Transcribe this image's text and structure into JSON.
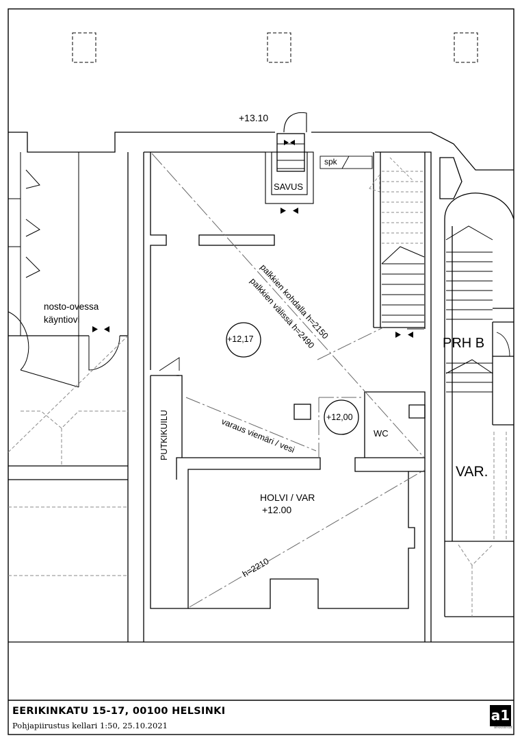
{
  "labels": {
    "level_top": "+13.10",
    "spk": "spk",
    "savus": "SAVUS",
    "nosto_line1": "nosto-ovessa",
    "nosto_line2": "käyntiovi",
    "level_main": "+12,17",
    "level_wc": "+12,00",
    "wc": "WC",
    "putkikuilu": "PUTKIKUILU",
    "varaus": "varaus viemäri / vesi",
    "palkkien_kohdalla": "palkkien kohdalla h=2150",
    "palkkien_valissa": "palkkien välissä h=2490",
    "prh_b": "PRH B",
    "var": "VAR.",
    "holvi": "HOLVI / VAR",
    "holvi_level": "+12.00",
    "h2210": "h=2210"
  },
  "title_block": {
    "address": "EERIKINKATU 15-17, 00100 HELSINKI",
    "subtitle": "Pohjapiirustus   kellari  1:50, 25.10.2021",
    "logo": "a1",
    "logo_sub": "arkkitehdit"
  }
}
